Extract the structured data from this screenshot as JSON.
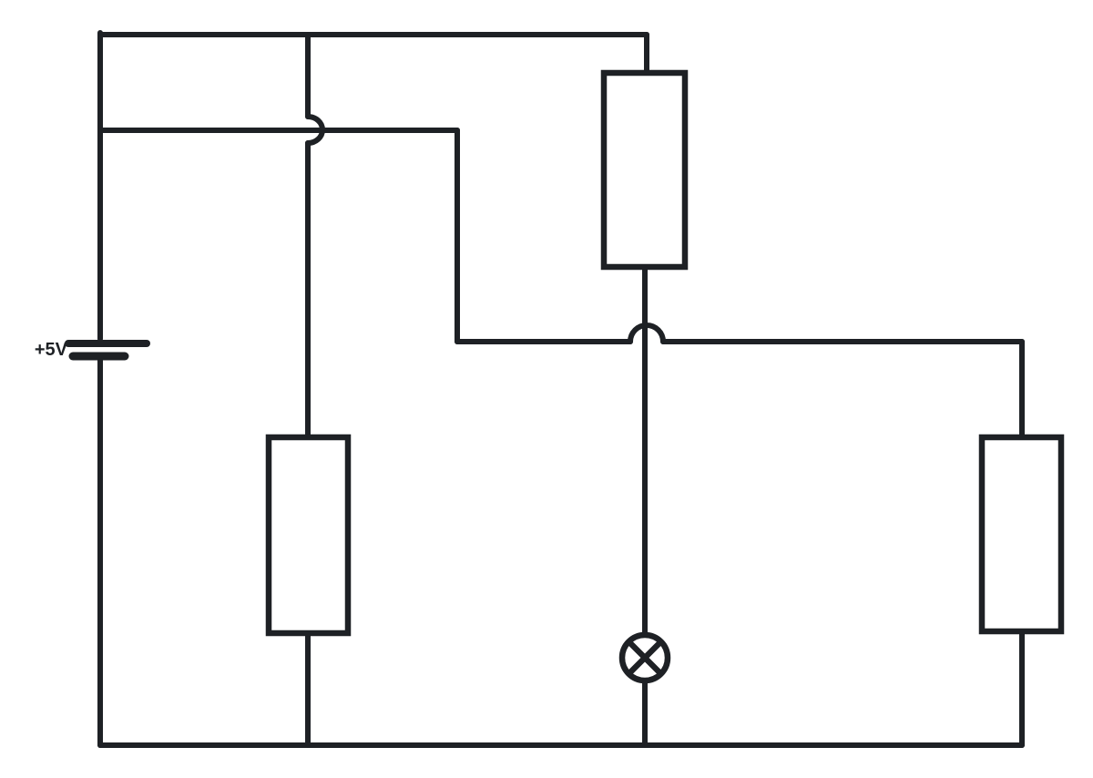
{
  "diagram": {
    "type": "circuit-schematic",
    "background_color": "#ffffff",
    "stroke_color": "#1e2125",
    "battery": {
      "label": "+5V"
    },
    "components": [
      "battery-5v",
      "resistor-top-center",
      "resistor-bottom-left",
      "resistor-right",
      "lamp-bottom-center"
    ],
    "wire_hops": 2
  }
}
